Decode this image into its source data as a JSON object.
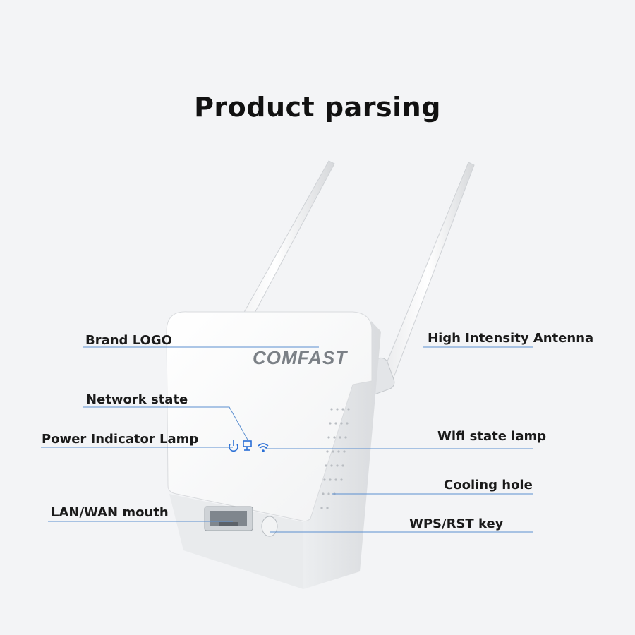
{
  "title": "Product parsing",
  "brand": "COMFAST",
  "callouts": {
    "brand_logo": "Brand LOGO",
    "network_state": "Network state",
    "power_indicator": "Power Indicator Lamp",
    "lan_wan": "LAN/WAN mouth",
    "antenna": "High Intensity Antenna",
    "wifi_state": "Wifi state lamp",
    "cooling_hole": "Cooling hole",
    "wps_rst": "WPS/RST key"
  },
  "colors": {
    "background": "#f3f4f6",
    "leader_line": "#5b8fd0",
    "indicator_blue": "#2a6fd6"
  }
}
